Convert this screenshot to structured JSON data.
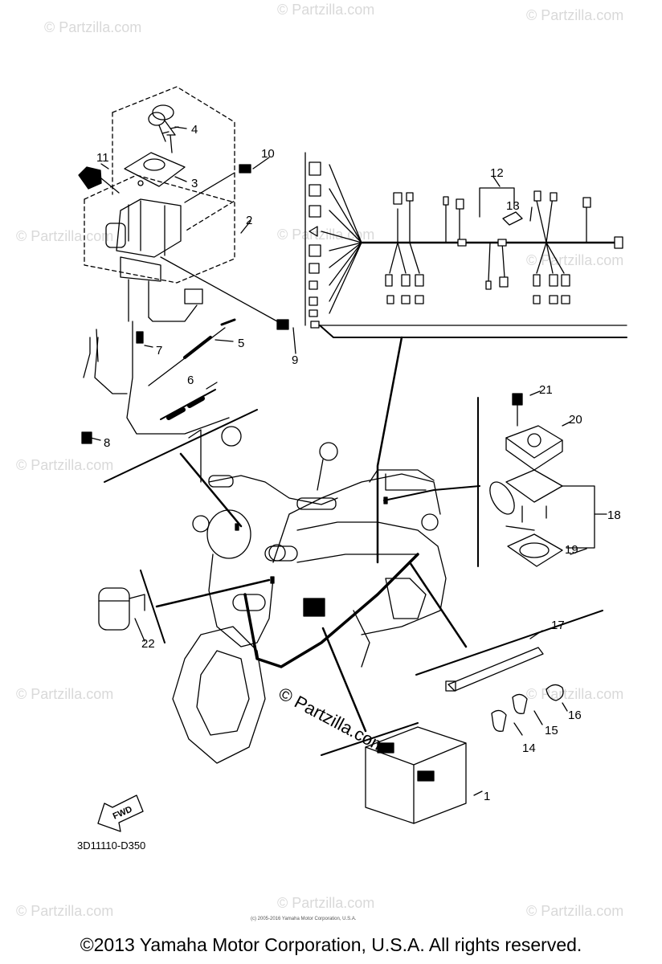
{
  "diagram": {
    "part_numbers": [
      "1",
      "2",
      "3",
      "4",
      "5",
      "6",
      "7",
      "8",
      "9",
      "10",
      "11",
      "12",
      "13",
      "14",
      "15",
      "16",
      "17",
      "18",
      "19",
      "20",
      "21",
      "22"
    ],
    "drawing_code": "3D11110-D350",
    "fwd_label": "FWD",
    "watermark_text": "© Partzilla.com",
    "center_watermark": "© Partzilla.com",
    "small_credit": "(c) 2005-2016 Yamaha Motor Corporation, U.S.A.",
    "copyright": "©2013 Yamaha Motor Corporation, U.S.A. All rights reserved."
  }
}
